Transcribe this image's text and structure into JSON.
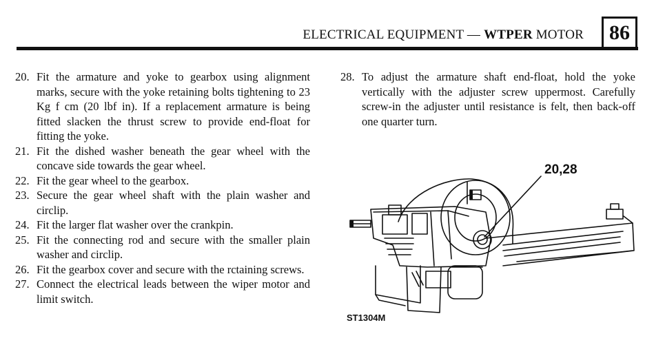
{
  "header": {
    "title_prefix": "ELECTRICAL EQUIPMENT — ",
    "title_bold": "WTPER",
    "title_suffix": " MOTOR",
    "page_number": "86"
  },
  "steps_left": [
    {
      "num": "20.",
      "text": "Fit the armature and yoke to gearbox using alignment marks, secure with the yoke retaining bolts tightening to 23 Kg f cm (20 lbf in). If a replacement armature is being fitted slacken the thrust screw to provide end-float for fitting the yoke."
    },
    {
      "num": "21.",
      "text": "Fit the dished washer beneath the gear wheel with the concave side towards the gear wheel."
    },
    {
      "num": "22.",
      "text": "Fit the gear wheel to the gearbox."
    },
    {
      "num": "23.",
      "text": "Secure the gear wheel shaft with the plain washer and circlip."
    },
    {
      "num": "24.",
      "text": "Fit the larger flat washer over the crankpin."
    },
    {
      "num": "25.",
      "text": "Fit the connecting rod and secure with the smaller plain washer and circlip."
    },
    {
      "num": "26.",
      "text": "Fit the gearbox cover and secure with the rctaining screws."
    },
    {
      "num": "27.",
      "text": "Connect the electrical leads between the wiper motor and limit switch."
    }
  ],
  "steps_right": [
    {
      "num": "28.",
      "text": "To adjust the armature shaft end-float, hold the yoke vertically with the adjuster screw uppermost. Carefully screw-in the adjuster until resistance is felt, then back-off one quarter turn."
    }
  ],
  "figure": {
    "callout": "20,28",
    "reference": "ST1304M"
  }
}
